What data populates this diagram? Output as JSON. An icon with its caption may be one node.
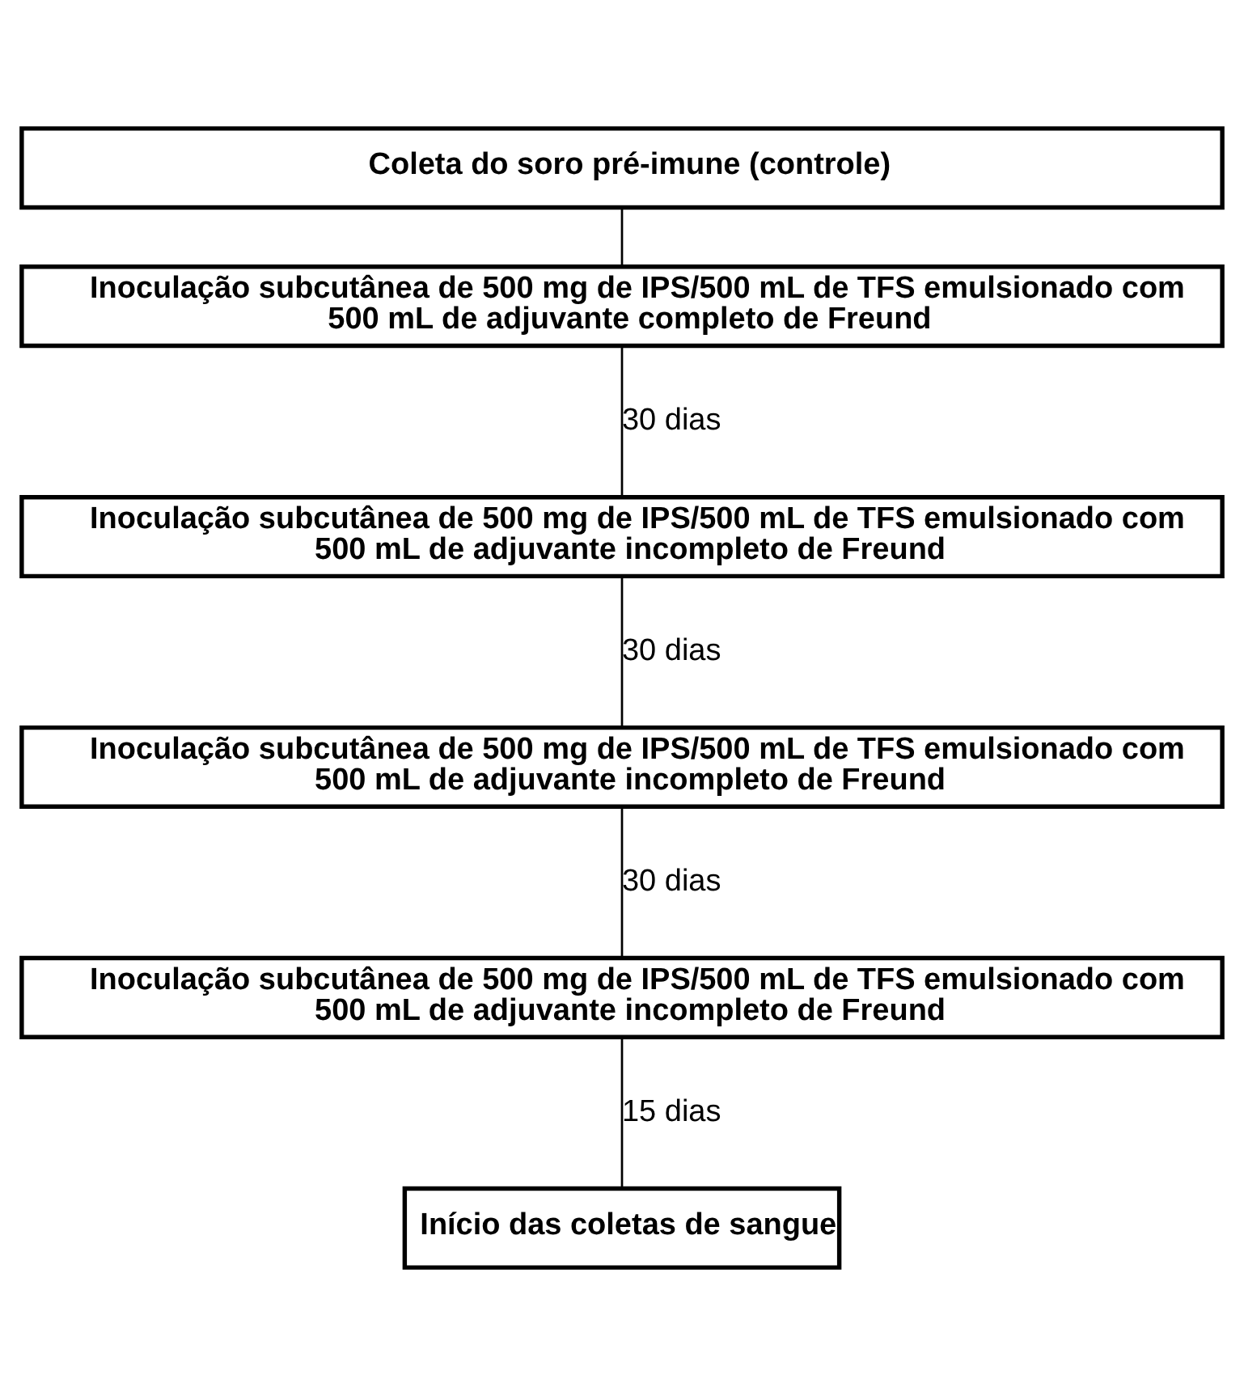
{
  "diagram": {
    "nodes": [
      {
        "text": [
          "Coleta do soro pré-imune (controle)"
        ]
      },
      {
        "text": [
          "Inoculação subcutânea de 500 mg de IPS/500 mL de TFS emulsionado com 500 mL de adjuvante completo de Freund"
        ]
      },
      {
        "text": [
          "Inoculação subcutânea de 500 mg de IPS/500 mL de TFS emulsionado com 500 mL de adjuvante incompleto de Freund"
        ]
      },
      {
        "text": [
          "Inoculação subcutânea de 500 mg de IPS/500 mL de TFS emulsionado com 500 mL de adjuvante incompleto de Freund"
        ]
      },
      {
        "text": [
          "Inoculação subcutânea de 500 mg de IPS/500 mL de TFS emulsionado com 500 mL de adjuvante incompleto de Freund"
        ]
      },
      {
        "text": [
          "Início das coletas de sangue"
        ]
      }
    ],
    "edges": [
      {
        "from": 0,
        "to": 1,
        "arrow": "none"
      },
      {
        "from": 1,
        "to": 2,
        "arrow": "none",
        "label": "30 dias"
      },
      {
        "from": 2,
        "to": 3,
        "arrow": "none",
        "label": "30 dias"
      },
      {
        "from": 3,
        "to": 4,
        "arrow": "none",
        "label": "30 dias"
      },
      {
        "from": 4,
        "to": 5,
        "arrow": "none",
        "label": "15 dias"
      }
    ]
  }
}
